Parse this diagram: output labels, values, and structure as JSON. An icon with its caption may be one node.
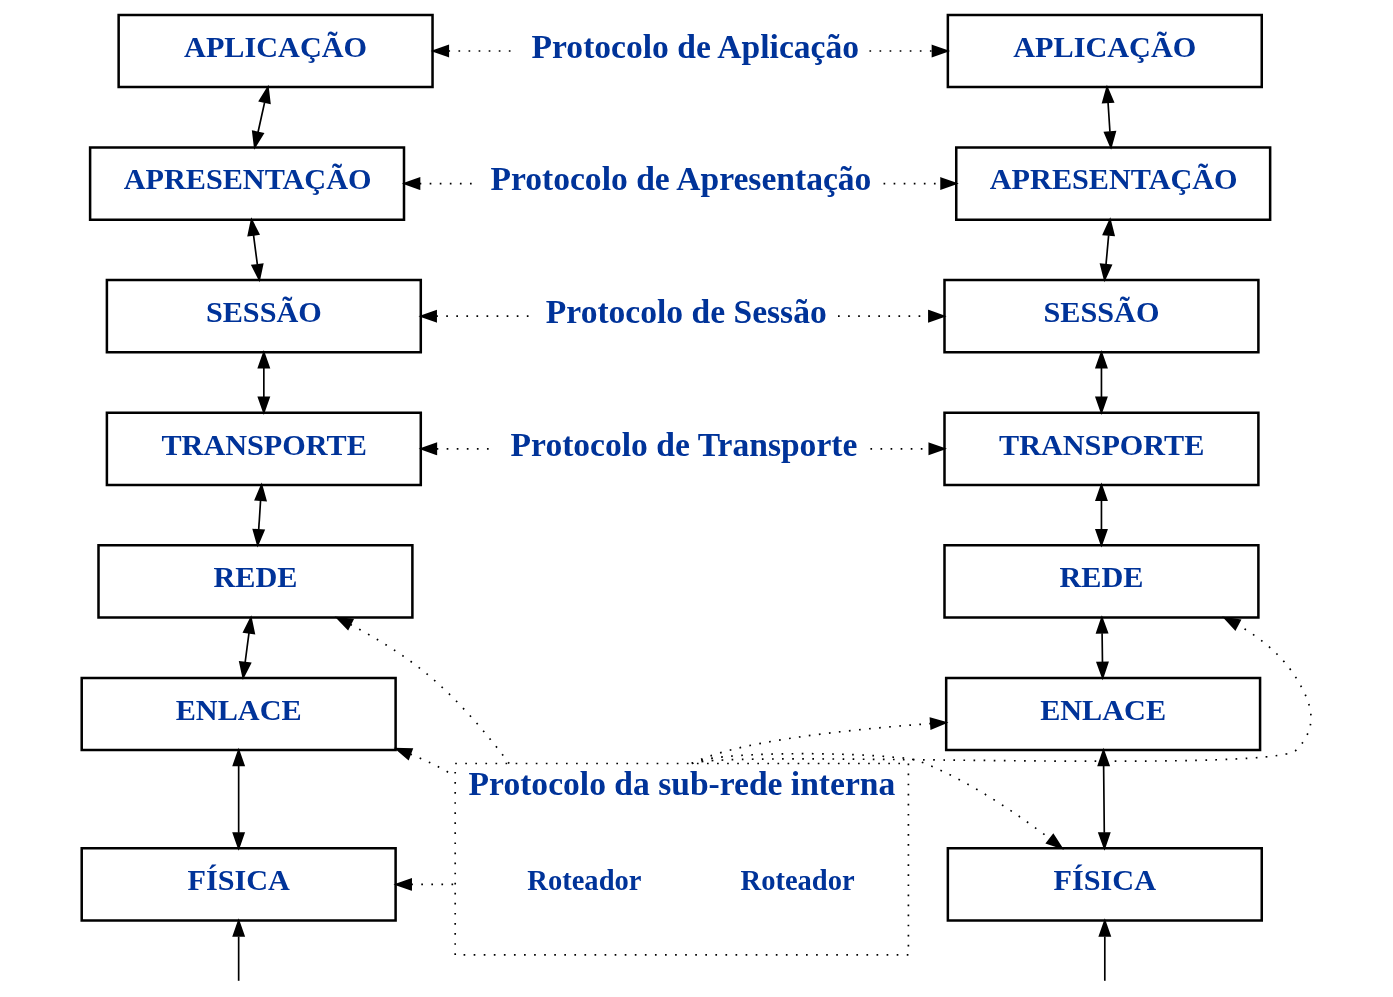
{
  "diagram": {
    "nodes": [
      {
        "text": [
          "APLICAÇÃO"
        ]
      },
      {
        "text": [
          "APRESENTAÇÃO"
        ]
      },
      {
        "text": [
          "SESSÃO"
        ]
      },
      {
        "text": [
          "TRANSPORTE"
        ]
      },
      {
        "text": [
          "REDE"
        ]
      },
      {
        "text": [
          "ENLACE"
        ]
      },
      {
        "text": [
          "FÍSICA"
        ]
      },
      {
        "text": [
          "APLICAÇÃO"
        ]
      },
      {
        "text": [
          "APRESENTAÇÃO"
        ]
      },
      {
        "text": [
          "SESSÃO"
        ]
      },
      {
        "text": [
          "TRANSPORTE"
        ]
      },
      {
        "text": [
          "REDE"
        ]
      },
      {
        "text": [
          "ENLACE"
        ]
      },
      {
        "text": [
          "FÍSICA"
        ]
      },
      {
        "text": [
          "Protocolo de Aplicação"
        ]
      },
      {
        "text": [
          "Protocolo de Apresentação"
        ]
      },
      {
        "text": [
          "Protocolo de Sessão"
        ]
      },
      {
        "text": [
          "Protocolo de Transporte"
        ]
      },
      {
        "text": [
          "Protocolo da sub-rede interna"
        ]
      },
      {
        "text": [
          "Roteador"
        ],
        "in": 18
      },
      {
        "text": [
          "Roteador"
        ],
        "in": 18
      }
    ],
    "edges": [
      {
        "from": 0,
        "to": 1,
        "arrow": "both"
      },
      {
        "from": 1,
        "to": 2,
        "arrow": "both"
      },
      {
        "from": 2,
        "to": 3,
        "arrow": "both"
      },
      {
        "from": 3,
        "to": 4,
        "arrow": "both"
      },
      {
        "from": 4,
        "to": 5,
        "arrow": "both"
      },
      {
        "from": 5,
        "to": 6,
        "arrow": "both"
      },
      {
        "from": null,
        "to": 6,
        "arrow": "to"
      },
      {
        "from": 7,
        "to": 8,
        "arrow": "both"
      },
      {
        "from": 8,
        "to": 9,
        "arrow": "both"
      },
      {
        "from": 9,
        "to": 10,
        "arrow": "both"
      },
      {
        "from": 10,
        "to": 11,
        "arrow": "both"
      },
      {
        "from": 11,
        "to": 12,
        "arrow": "both"
      },
      {
        "from": 12,
        "to": 13,
        "arrow": "both"
      },
      {
        "from": null,
        "to": 13,
        "arrow": "to"
      },
      {
        "from": 14,
        "to": 0,
        "arrow": "to",
        "style": "dashed"
      },
      {
        "from": 14,
        "to": 7,
        "arrow": "to",
        "style": "dashed"
      },
      {
        "from": 15,
        "to": 1,
        "arrow": "to",
        "style": "dashed"
      },
      {
        "from": 15,
        "to": 8,
        "arrow": "to",
        "style": "dashed"
      },
      {
        "from": 16,
        "to": 2,
        "arrow": "to",
        "style": "dashed"
      },
      {
        "from": 16,
        "to": 9,
        "arrow": "to",
        "style": "dashed"
      },
      {
        "from": 17,
        "to": 3,
        "arrow": "to",
        "style": "dashed"
      },
      {
        "from": 17,
        "to": 10,
        "arrow": "to",
        "style": "dashed"
      },
      {
        "from": 18,
        "to": 4,
        "arrow": "to",
        "style": "dashed"
      },
      {
        "from": 18,
        "to": 5,
        "arrow": "to",
        "style": "dashed"
      },
      {
        "from": 18,
        "to": 6,
        "arrow": "to",
        "style": "dashed"
      },
      {
        "from": 18,
        "to": 11,
        "arrow": "to",
        "style": "dashed"
      },
      {
        "from": 18,
        "to": 12,
        "arrow": "to",
        "style": "dashed"
      },
      {
        "from": 18,
        "to": 13,
        "arrow": "to",
        "style": "dashed"
      }
    ]
  }
}
